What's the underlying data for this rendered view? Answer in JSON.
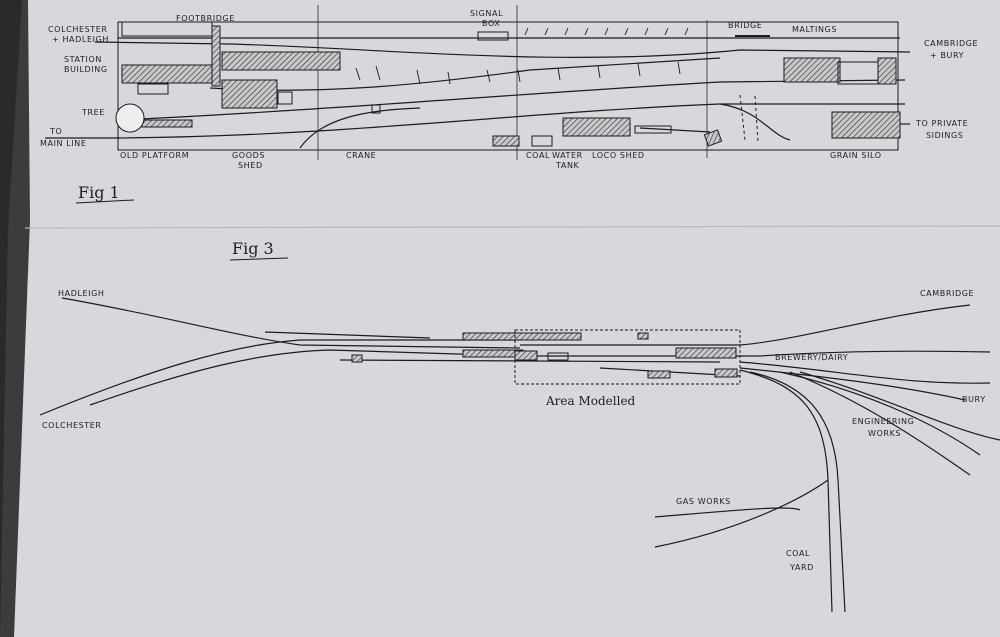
{
  "fig1": {
    "caption": "Fig 1",
    "labels": {
      "colchester": "COLCHESTER",
      "hadleigh": "+ HADLEIGH",
      "station_building": "STATION",
      "station_building_2": "BUILDING",
      "tree": "TREE",
      "to_main_line": "TO",
      "to_main_line_2": "MAIN LINE",
      "old_platform": "OLD PLATFORM",
      "goods_shed": "GOODS",
      "goods_shed_2": "SHED",
      "footbridge": "FOOTBRIDGE",
      "crane": "CRANE",
      "signal_box": "SIGNAL",
      "signal_box_2": "BOX",
      "coal": "COAL",
      "water_tank": "WATER",
      "water_tank_2": "TANK",
      "loco_shed": "LOCO SHED",
      "bridge": "BRIDGE",
      "maltings": "MALTINGS",
      "cambridge": "CAMBRIDGE",
      "bury": "+ BURY",
      "to_private_sidings": "TO PRIVATE",
      "to_private_sidings_2": "SIDINGS",
      "grain_silo": "GRAIN SILO"
    }
  },
  "fig3": {
    "caption": "Fig 3",
    "labels": {
      "hadleigh": "HADLEIGH",
      "colchester": "COLCHESTER",
      "cambridge": "CAMBRIDGE",
      "brewery_dairy": "BREWERY/DAIRY",
      "bury": "BURY",
      "engineering_works": "ENGINEERING",
      "engineering_works_2": "WORKS",
      "gas_works": "GAS WORKS",
      "coal_yard": "COAL",
      "coal_yard_2": "YARD",
      "area_modelled": "Area Modelled"
    }
  },
  "colors": {
    "paper": "#d9dadd",
    "ink": "#1c1c20",
    "background": "#2a2a2e"
  }
}
